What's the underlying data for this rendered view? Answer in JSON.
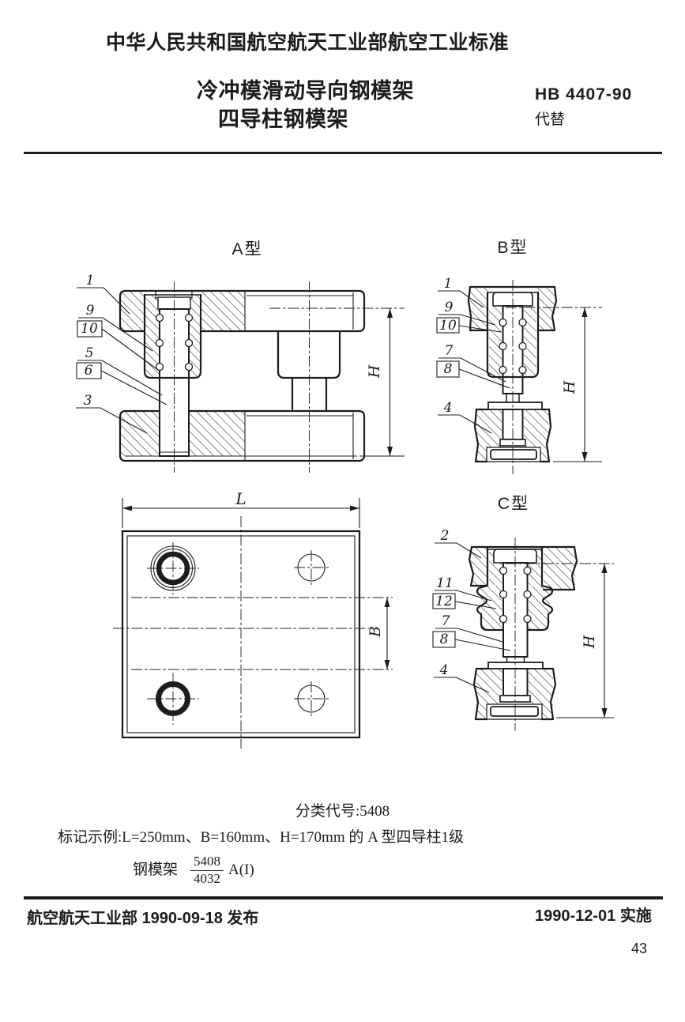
{
  "document": {
    "standard_header": "中华人民共和国航空航天工业部航空工业标准",
    "title_line1": "冷冲模滑动导向钢模架",
    "title_line2": "四导柱钢模架",
    "standard_code": "HB 4407-90",
    "supersedes_label": "代替"
  },
  "figures": {
    "type_a": {
      "title": "A型",
      "n1": "1",
      "n9": "9",
      "n10": "10",
      "n5": "5",
      "n6": "6",
      "n3": "3",
      "dim_h": "H"
    },
    "type_b": {
      "title": "B型",
      "n1": "1",
      "n9": "9",
      "n10": "10",
      "n7": "7",
      "n8": "8",
      "n4": "4",
      "dim_h": "H"
    },
    "type_c": {
      "title": "C型",
      "n2": "2",
      "n11": "11",
      "n12": "12",
      "n7": "7",
      "n8": "8",
      "n4": "4",
      "dim_h": "H"
    },
    "plan_view": {
      "dim_l": "L",
      "dim_b": "B"
    }
  },
  "notes": {
    "classification": "分类代号:5408",
    "marking_example": "标记示例:L=250mm、B=160mm、H=170mm 的 A 型四导柱1级",
    "designation_prefix": "钢模架",
    "designation_numerator": "5408",
    "designation_denominator": "4032",
    "designation_suffix": "A(I)"
  },
  "footer": {
    "issued": "航空航天工业部 1990-09-18 发布",
    "effective": "1990-12-01 实施",
    "page_number": "43"
  }
}
